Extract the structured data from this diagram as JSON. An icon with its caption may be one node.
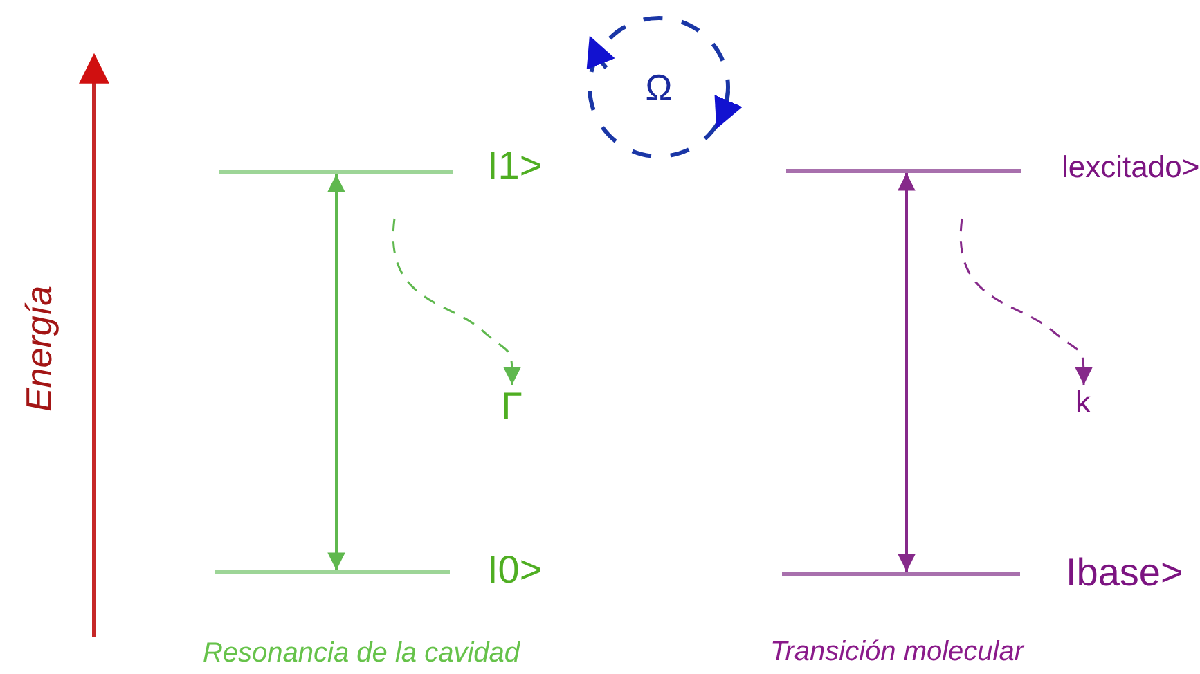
{
  "diagram": {
    "nodes": [
      {
        "text": [],
        "shape": "bar",
        "beside": [
          "I1>"
        ]
      },
      {
        "text": [],
        "shape": "bar",
        "beside": [
          "I0>"
        ]
      },
      {
        "text": [
          "Γ"
        ]
      },
      {
        "text": [],
        "shape": "bar",
        "beside": [
          "lexcitado>"
        ]
      },
      {
        "text": [],
        "shape": "bar",
        "beside": [
          "Ibase>"
        ]
      },
      {
        "text": [
          "k"
        ]
      }
    ],
    "edges": [
      {
        "from": 0,
        "to": 1,
        "arrow": "both",
        "color": "#5fb84e"
      },
      {
        "from": null,
        "to": 2,
        "arrow": "to",
        "style": "dashed",
        "color": "#5fb84e"
      },
      {
        "from": 3,
        "to": 4,
        "arrow": "both",
        "color": "#86298a"
      },
      {
        "from": null,
        "to": 5,
        "arrow": "to",
        "style": "dashed",
        "color": "#86298a"
      }
    ],
    "labels": [
      "Energía",
      "Ω",
      "Resonancia de la cavidad",
      "Transición molecular"
    ]
  }
}
